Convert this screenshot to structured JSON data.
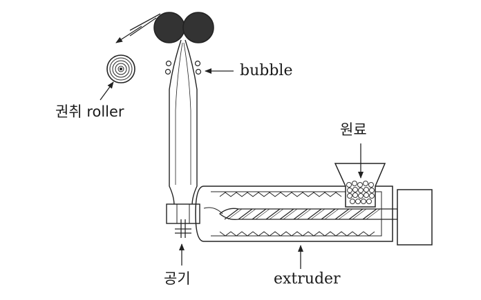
{
  "labels": {
    "bubble": "bubble",
    "winder": "권취 roller",
    "raw_material": "원료",
    "air": "공기",
    "extruder": "extruder"
  }
}
